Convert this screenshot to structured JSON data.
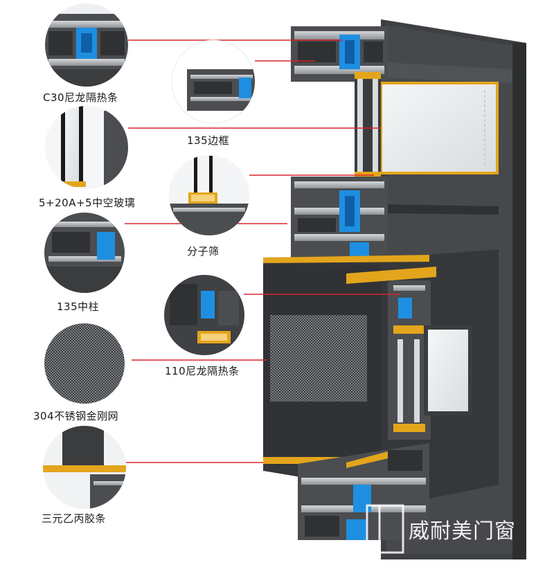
{
  "labels": {
    "c30_strip": "C30尼龙隔热条",
    "frame_135": "135边框",
    "hollow_glass": "5+20A+5中空玻璃",
    "molecular_sieve": "分子筛",
    "mullion_135": "135中柱",
    "strip_110": "110尼龙隔热条",
    "mesh_304": "304不锈钢金刚网",
    "epdm_strip": "三元乙丙胶条"
  },
  "watermark": "威耐美门窗",
  "colors": {
    "profile_dark": "#3a3c3e",
    "profile_face": "#4a4c4f",
    "aluminum": "#b9bcbf",
    "gold_strip": "#e3a51b",
    "nylon_blue": "#1e8fe0",
    "leader_red": "#d9252b"
  }
}
